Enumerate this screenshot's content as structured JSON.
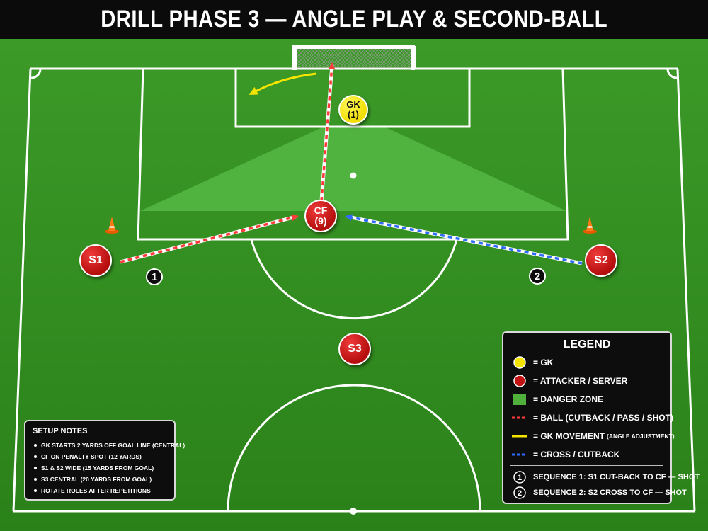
{
  "title": "DRILL PHASE 3 — ANGLE PLAY & SECOND-BALL",
  "colors": {
    "pitch": "#2f8a1f",
    "pitch_stripe": "#3a9c27",
    "danger_zone": "#4fb13c",
    "attacker": "#c41212",
    "goalkeeper": "#f5e400",
    "ball_path": "#ff3b3b",
    "gk_movement": "#f5e400",
    "cross_path": "#2f6bff"
  },
  "players": {
    "gk": {
      "line1": "GK",
      "line2": "(1)"
    },
    "cf": {
      "line1": "CF",
      "line2": "(9)"
    },
    "s1": {
      "label": "S1"
    },
    "s2": {
      "label": "S2"
    },
    "s3": {
      "label": "S3"
    }
  },
  "sequence_markers": {
    "one": "1",
    "two": "2"
  },
  "legend": {
    "title": "LEGEND",
    "items": [
      {
        "symbol": "yellow-circle",
        "text": "= GK"
      },
      {
        "symbol": "red-circle",
        "text": "= ATTACKER / SERVER"
      },
      {
        "symbol": "green-square",
        "text": "= DANGER ZONE"
      },
      {
        "symbol": "red-dashed-line",
        "text": "= BALL (CUTBACK / PASS / SHOT)"
      },
      {
        "symbol": "yellow-line",
        "text": "= GK MOVEMENT",
        "small": "(ANGLE ADJUSTMENT)"
      },
      {
        "symbol": "blue-dashed-line",
        "text": "= CROSS / CUTBACK"
      }
    ],
    "sequences": [
      {
        "num": "1",
        "text": "SEQUENCE 1:  S1 CUT-BACK TO CF — SHOT"
      },
      {
        "num": "2",
        "text": "SEQUENCE 2:  S2 CROSS TO CF — SHOT"
      }
    ]
  },
  "setup_notes": {
    "title": "SETUP NOTES",
    "items": [
      "GK STARTS 2 YARDS OFF GOAL LINE (CENTRAL)",
      "CF ON PENALTY SPOT (12 YARDS)",
      "S1 & S2 WIDE (15 YARDS FROM GOAL)",
      "S3 CENTRAL (20 YARDS FROM GOAL)",
      "ROTATE ROLES AFTER REPETITIONS"
    ]
  }
}
